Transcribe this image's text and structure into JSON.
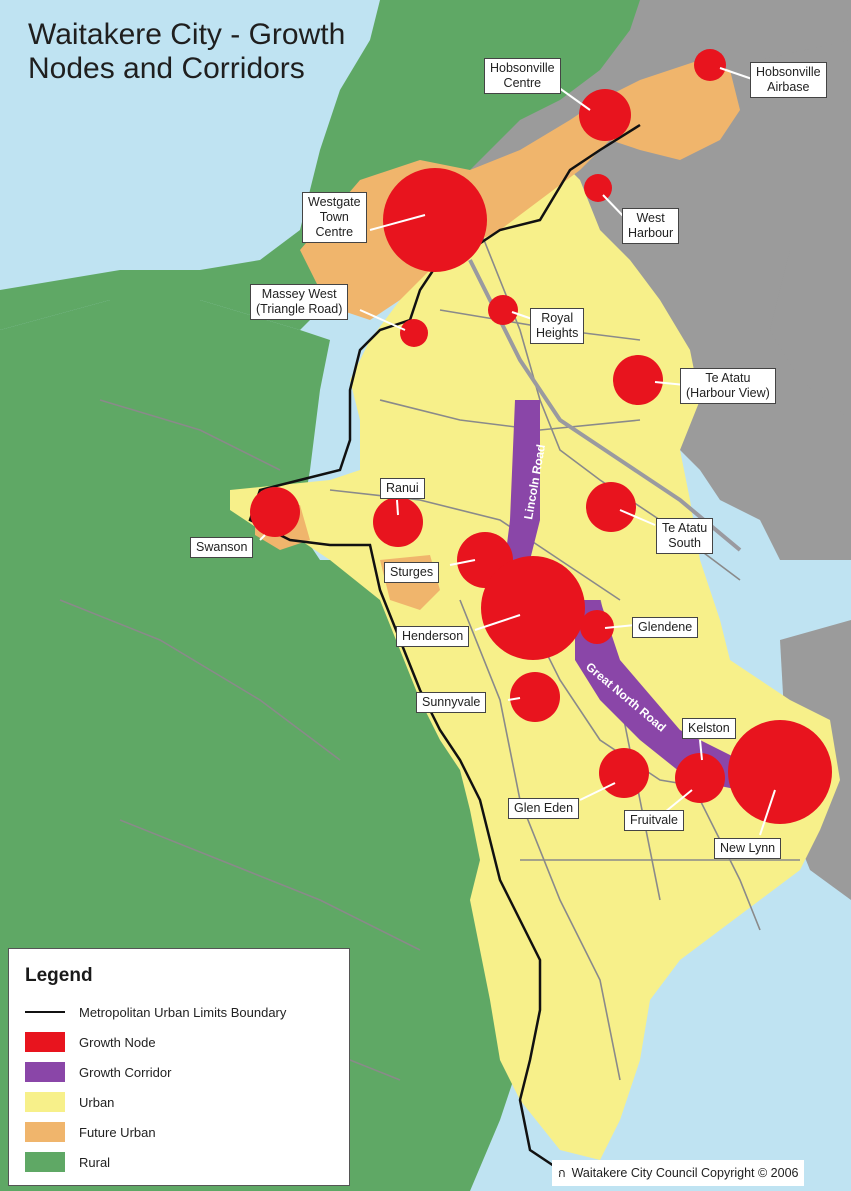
{
  "title": {
    "line1": "Waitakere City - Growth",
    "line2": "Nodes and Corridors"
  },
  "labels": {
    "hobsonville_centre": [
      "Hobsonville",
      "Centre"
    ],
    "hobsonville_airbase": [
      "Hobsonville",
      "Airbase"
    ],
    "westgate": [
      "Westgate",
      "Town",
      "Centre"
    ],
    "west_harbour": [
      "West",
      "Harbour"
    ],
    "massey_west": [
      "Massey West",
      "(Triangle Road)"
    ],
    "royal_heights": [
      "Royal",
      "Heights"
    ],
    "te_atatu_harbour": [
      "Te Atatu",
      "(Harbour View)"
    ],
    "ranui": [
      "Ranui"
    ],
    "swanson": [
      "Swanson"
    ],
    "te_atatu_south": [
      "Te Atatu",
      "South"
    ],
    "sturges": [
      "Sturges"
    ],
    "henderson": [
      "Henderson"
    ],
    "glendene": [
      "Glendene"
    ],
    "sunnyvale": [
      "Sunnyvale"
    ],
    "kelston": [
      "Kelston"
    ],
    "glen_eden": [
      "Glen Eden"
    ],
    "fruitvale": [
      "Fruitvale"
    ],
    "new_lynn": [
      "New Lynn"
    ]
  },
  "roads": {
    "lincoln": "Lincoln Road",
    "great_north": "Great North Road"
  },
  "legend": {
    "title": "Legend",
    "items": {
      "boundary": "Metropolitan Urban Limits Boundary",
      "node": "Growth Node",
      "corridor": "Growth Corridor",
      "urban": "Urban",
      "future": "Future Urban",
      "rural": "Rural"
    }
  },
  "copyright": "Waitakere City Council Copyright © 2006",
  "colors": {
    "sea": "#bfe3f2",
    "other_land": "#9b9b9b",
    "rural": "#5fa865",
    "urban": "#f7f08a",
    "future_urban": "#f0b56c",
    "growth_node": "#e8141e",
    "growth_corridor": "#8a46a8",
    "boundary": "#111111"
  }
}
